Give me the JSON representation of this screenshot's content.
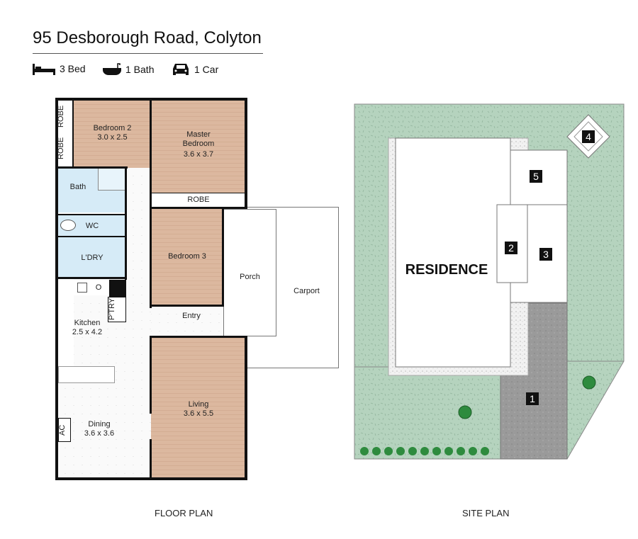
{
  "header": {
    "title": "95 Desborough Road, Colyton",
    "features": [
      {
        "icon": "bed-icon",
        "label": "3 Bed"
      },
      {
        "icon": "bath-icon",
        "label": "1 Bath"
      },
      {
        "icon": "car-icon",
        "label": "1 Car"
      }
    ]
  },
  "floor_plan": {
    "caption": "FLOOR PLAN",
    "rooms": {
      "robe1": "ROBE",
      "robe2": "ROBE",
      "bedroom2": "Bedroom 2",
      "bedroom2_dim": "3.0 x 2.5",
      "master": "Master\nBedroom",
      "master_dim": "3.6 x 3.7",
      "master_robe": "ROBE",
      "bath": "Bath",
      "wc": "WC",
      "laundry": "L'DRY",
      "bedroom3": "Bedroom 3",
      "pantry": "P'TRY",
      "oven": "O",
      "kitchen": "Kitchen",
      "kitchen_dim": "2.5 x 4.2",
      "entry": "Entry",
      "porch": "Porch",
      "carport": "Carport",
      "living": "Living",
      "living_dim": "3.6 x 5.5",
      "dining": "Dining",
      "dining_dim": "3.6 x 3.6",
      "ac": "AC"
    }
  },
  "site_plan": {
    "caption": "SITE PLAN",
    "residence": "RESIDENCE",
    "markers": [
      "1",
      "2",
      "3",
      "4",
      "5"
    ]
  },
  "colors": {
    "grass": "#b5d3be",
    "driveway": "#9a9a9a",
    "wood": "#dcb89f",
    "wet": "#d6ebf7"
  }
}
